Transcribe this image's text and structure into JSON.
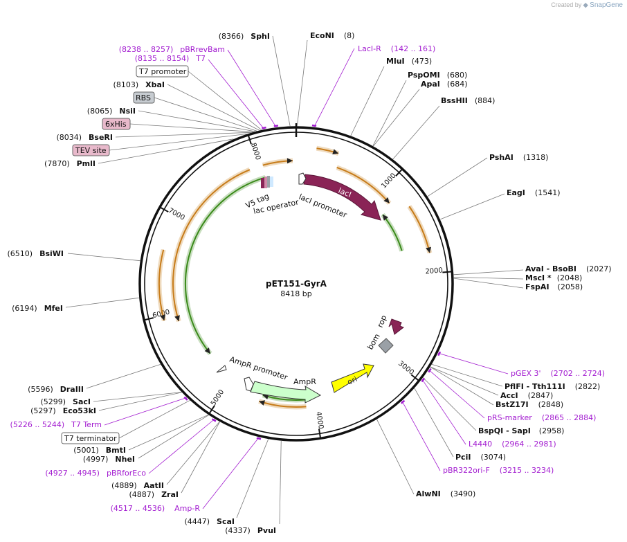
{
  "branding": "Created by",
  "branding_name": "SnapGene",
  "plasmid": {
    "name": "pET151-GyrA",
    "size": "8418 bp",
    "length": 8418
  },
  "ticks": [
    "1000",
    "2000",
    "3000",
    "4000",
    "5000",
    "6000",
    "7000",
    "8000"
  ],
  "enzymes": [
    {
      "name": "EcoNI",
      "pos": "(8)"
    },
    {
      "name": "MluI",
      "pos": "(473)"
    },
    {
      "name": "PspOMI",
      "pos": "(680)"
    },
    {
      "name": "ApaI",
      "pos": "(684)"
    },
    {
      "name": "BssHII",
      "pos": "(884)"
    },
    {
      "name": "PshAI",
      "pos": "(1318)"
    },
    {
      "name": "EagI",
      "pos": "(1541)"
    },
    {
      "name": "AvaI - BsoBI",
      "pos": "(2027)"
    },
    {
      "name": "MscI *",
      "pos": "(2048)"
    },
    {
      "name": "FspAI",
      "pos": "(2058)"
    },
    {
      "name": "PflFI - Tth111I",
      "pos": "(2822)"
    },
    {
      "name": "AccI",
      "pos": "(2847)"
    },
    {
      "name": "BstZ17I",
      "pos": "(2848)"
    },
    {
      "name": "BspQI - SapI",
      "pos": "(2958)"
    },
    {
      "name": "PciI",
      "pos": "(3074)"
    },
    {
      "name": "AlwNI",
      "pos": "(3490)"
    },
    {
      "name": "PvuI",
      "pos": "(4337)"
    },
    {
      "name": "ScaI",
      "pos": "(4447)"
    },
    {
      "name": "ZraI",
      "pos": "(4887)"
    },
    {
      "name": "AatII",
      "pos": "(4889)"
    },
    {
      "name": "NheI",
      "pos": "(4997)"
    },
    {
      "name": "BmtI",
      "pos": "(5001)"
    },
    {
      "name": "Eco53kI",
      "pos": "(5297)"
    },
    {
      "name": "SacI",
      "pos": "(5299)"
    },
    {
      "name": "DraIII",
      "pos": "(5596)"
    },
    {
      "name": "MfeI",
      "pos": "(6194)"
    },
    {
      "name": "BsiWI",
      "pos": "(6510)"
    },
    {
      "name": "PmlI",
      "pos": "(7870)"
    },
    {
      "name": "BseRI",
      "pos": "(8034)"
    },
    {
      "name": "NsiI",
      "pos": "(8065)"
    },
    {
      "name": "XbaI",
      "pos": "(8103)"
    },
    {
      "name": "SphI",
      "pos": "(8366)"
    }
  ],
  "primers": [
    {
      "name": "LacI-R",
      "range": "(142 .. 161)"
    },
    {
      "name": "pGEX 3'",
      "range": "(2702 .. 2724)"
    },
    {
      "name": "pRS-marker",
      "range": "(2865 .. 2884)"
    },
    {
      "name": "L4440",
      "range": "(2964 .. 2981)"
    },
    {
      "name": "pBR322ori-F",
      "range": "(3215 .. 3234)"
    },
    {
      "name": "Amp-R",
      "range": "(4517 .. 4536)"
    },
    {
      "name": "pBRforEco",
      "range": "(4927 .. 4945)"
    },
    {
      "name": "T7 Term",
      "range": "(5226 .. 5244)"
    },
    {
      "name": "T7",
      "range": "(8135 .. 8154)"
    },
    {
      "name": "pBRrevBam",
      "range": "(8238 .. 8257)"
    }
  ],
  "boxed_features": [
    {
      "name": "T7 promoter",
      "style": "plain"
    },
    {
      "name": "RBS",
      "style": "gray"
    },
    {
      "name": "6xHis",
      "style": "pink"
    },
    {
      "name": "TEV site",
      "style": "pink"
    },
    {
      "name": "T7 terminator",
      "style": "plain"
    }
  ],
  "inner_features": {
    "lacI": "lacI",
    "lacI_promoter": "lacI promoter",
    "v5_tag": "V5 tag",
    "lac_operator": "lac operator",
    "rop": "rop",
    "bom": "bom",
    "ori": "ori",
    "ampr": "AmpR",
    "ampr_promoter": "AmpR promoter"
  },
  "colors": {
    "purple": "#a21bd0",
    "lacI": "#8a2456",
    "ori": "#ffff00",
    "ampr": "#ccffcc",
    "orf_orange": "#c77c1a",
    "orf_green": "#3a8a1a",
    "bom": "#9aa0a6"
  }
}
